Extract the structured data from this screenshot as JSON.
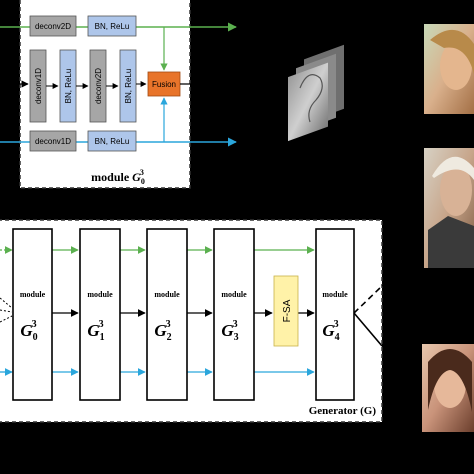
{
  "module_g0_panel": {
    "blocks": {
      "deconv2d_top": "deconv2D",
      "bn_relu_top": "BN, ReLu",
      "deconv1d_mid": "deconv1D",
      "bn_relu_mid1": "BN, ReLu",
      "deconv2d_mid": "deconv2D",
      "bn_relu_mid2": "BN, ReLu",
      "fusion": "Fusion",
      "deconv1d_bottom": "deconv1D",
      "bn_relu_bottom": "BN, ReLu"
    },
    "caption_text": "module ",
    "caption_symbol": "G",
    "caption_sub": "0",
    "caption_sup": "3"
  },
  "generator_panel": {
    "modules": [
      {
        "label": "module",
        "symbol": "G",
        "sub": "0",
        "sup": "3"
      },
      {
        "label": "module",
        "symbol": "G",
        "sub": "1",
        "sup": "3"
      },
      {
        "label": "module",
        "symbol": "G",
        "sub": "2",
        "sup": "3"
      },
      {
        "label": "module",
        "symbol": "G",
        "sub": "3",
        "sup": "3"
      },
      {
        "label": "module",
        "symbol": "G",
        "sub": "4",
        "sup": "3"
      }
    ],
    "fsa_label": "F-SA",
    "caption": "Generator (G)"
  },
  "colors": {
    "green_arrow": "#5bb04f",
    "blue_arrow": "#2aa6dc",
    "gray_block": "#a6a6a6",
    "blue_block": "#aec6ea",
    "fusion_block": "#e8742a",
    "fsa_block": "#fff2a8"
  }
}
